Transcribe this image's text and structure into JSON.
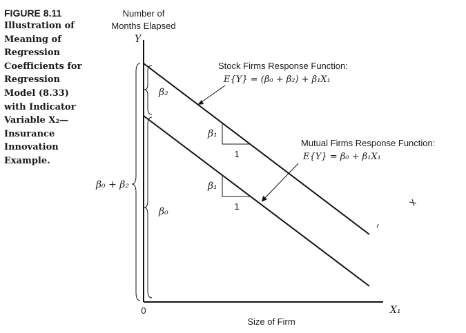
{
  "caption": {
    "number": "FIGURE 8.11",
    "body": "Illustration of Meaning of Regression Coefficients for Regression Model (8.33) with Indicator Variable X₂—Insurance Innovation Example."
  },
  "axes": {
    "y_title_line1": "Number of",
    "y_title_line2": "Months Elapsed",
    "y_symbol": "Y",
    "x_symbol": "X₁",
    "x_title": "Size of Firm",
    "origin": "0"
  },
  "stock": {
    "title": "Stock Firms Response Function:",
    "eq": "E{Y} = (β₀ + β₂) + β₁X₁"
  },
  "mutual": {
    "title": "Mutual Firms Response Function:",
    "eq": "E{Y} = β₀ + β₁X₁"
  },
  "braces": {
    "beta2": "β₂",
    "beta0": "β₀",
    "sum": "β₀ + β₂"
  },
  "slopes": {
    "upper_beta": "β₁",
    "upper_run": "1",
    "lower_beta": "β₁",
    "lower_run": "1"
  }
}
